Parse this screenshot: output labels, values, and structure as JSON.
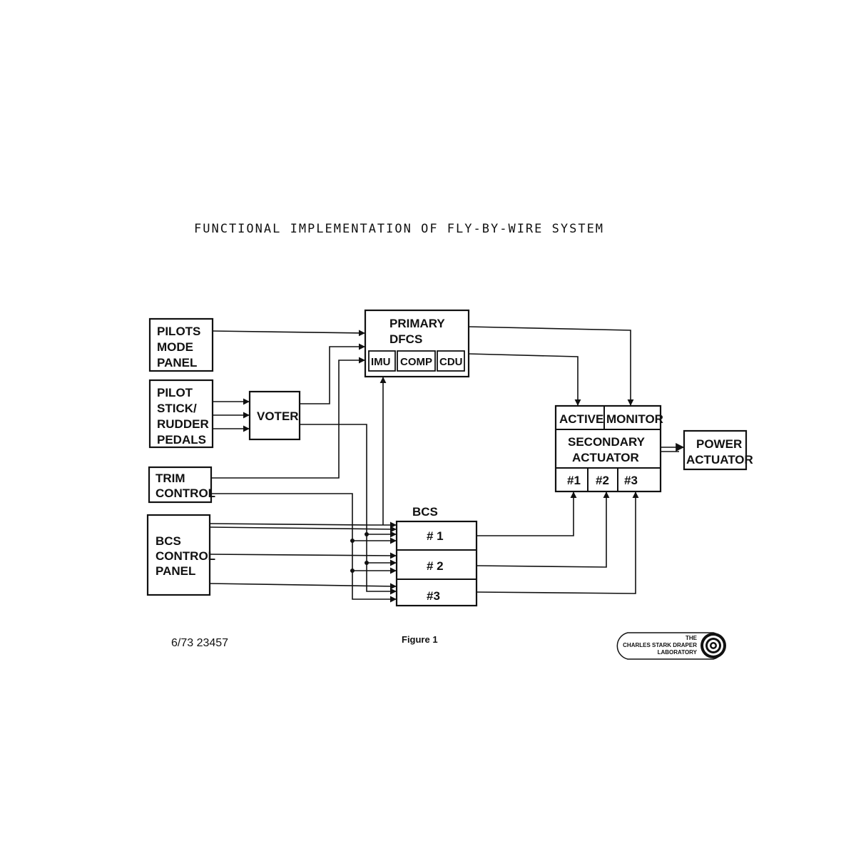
{
  "title": "FUNCTIONAL IMPLEMENTATION OF FLY-BY-WIRE SYSTEM",
  "blocks": {
    "pilots_mode_panel": [
      "PILOTS",
      "MODE",
      "PANEL"
    ],
    "pilot_stick": [
      "PILOT",
      "STICK/",
      "RUDDER",
      "PEDALS"
    ],
    "voter": "VOTER",
    "trim_control": [
      "TRIM",
      "CONTROL"
    ],
    "bcs_control_panel": [
      "BCS",
      "CONTROL",
      "PANEL"
    ],
    "primary_dfcs": [
      "PRIMARY",
      "DFCS"
    ],
    "dfcs_parts": [
      "IMU",
      "COMP",
      "CDU"
    ],
    "bcs_label": "BCS",
    "bcs_channels": [
      "# 1",
      "# 2",
      "#3"
    ],
    "secondary_top": [
      "ACTIVE",
      "MONITOR"
    ],
    "secondary_actuator": [
      "SECONDARY",
      "ACTUATOR"
    ],
    "secondary_channels": [
      "#1",
      "#2",
      "#3"
    ],
    "power_actuator": [
      "POWER",
      "ACTUATOR"
    ]
  },
  "footer": {
    "code": "6/73 23457",
    "figure": "Figure 1",
    "logo_lines": [
      "THE",
      "CHARLES STARK DRAPER",
      "LABORATORY"
    ]
  }
}
